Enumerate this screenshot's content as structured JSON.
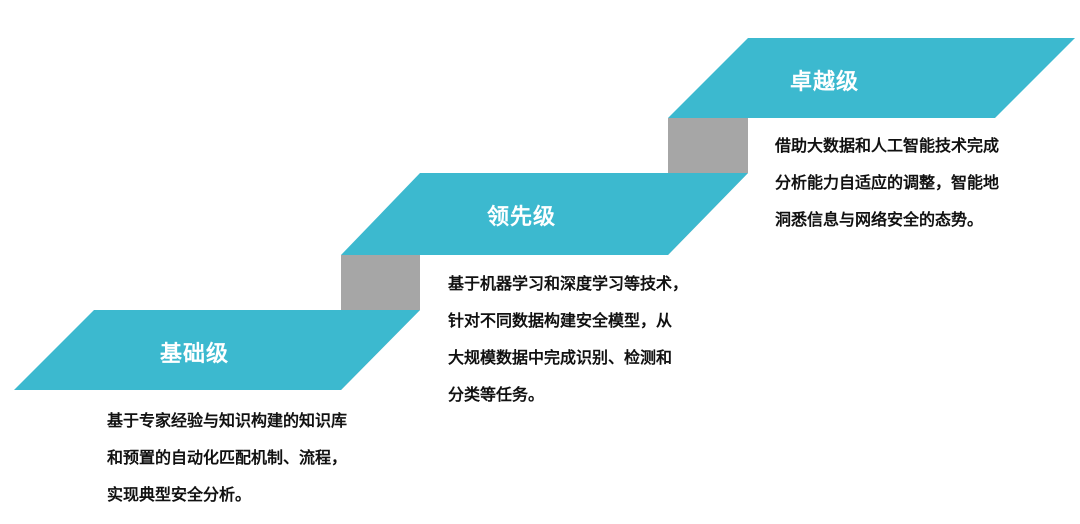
{
  "colors": {
    "tread": "#3cb9cf",
    "riser": "#a6a6a6",
    "text": "#111111",
    "title": "#ffffff"
  },
  "steps": [
    {
      "title": "基础级",
      "description": [
        "基于专家经验与知识构建的知识库",
        "和预置的自动化匹配机制、流程，",
        "实现典型安全分析。"
      ]
    },
    {
      "title": "领先级",
      "description": [
        "基于机器学习和深度学习等技术，",
        "针对不同数据构建安全模型，从",
        "大规模数据中完成识别、检测和",
        "分类等任务。"
      ]
    },
    {
      "title": "卓越级",
      "description": [
        "借助大数据和人工智能技术完成",
        "分析能力自适应的调整，智能地",
        "洞悉信息与网络安全的态势。"
      ]
    }
  ]
}
